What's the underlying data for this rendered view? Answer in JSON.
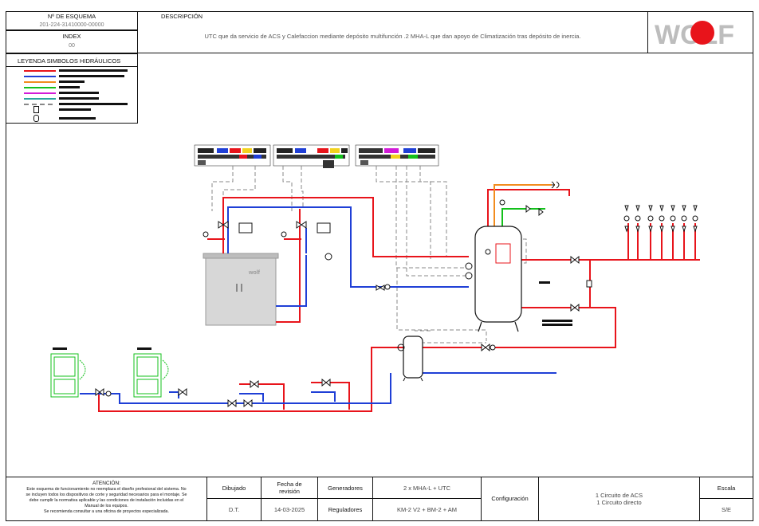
{
  "header": {
    "scheme_no_label": "Nº DE ESQUEMA",
    "scheme_no_value": "201-224-31410000-00000",
    "index_label": "INDEX",
    "index_value": "00",
    "description_label": "DESCRIPCIÓN",
    "description_text": "UTC que da servicio de ACS y Calefaccion mediante depósito multifunción .2 MHA-L que dan apoyo de Climatización tras depósito de inercia.",
    "logo_text": "WOLF"
  },
  "legend": {
    "title": "LEYENDA SIMBOLOS HIDRÁULICOS",
    "colors": [
      "#e8141b",
      "#1f3fd6",
      "#f28c1e",
      "#13c01b",
      "#d21bd8",
      "#2aa7a0",
      "#888888"
    ]
  },
  "footer": {
    "attention_title": "ATENCIÓN:",
    "attention_text_1": "Este esquema de funcionamiento no reemplaza el diseño profesional del sistema. No",
    "attention_text_2": "se incluyen todos los dispositivos de corte y seguridad necesarios para el montaje. Se",
    "attention_text_3": "debe cumplir la normativa aplicable y las condiciones de instalación incluidas en el",
    "attention_text_4": "Manual de los equipos.",
    "attention_text_5": "Se recomienda consultar a una oficina de proyectos especializada.",
    "drawn_label": "Dibujado",
    "drawn_value": "D.T.",
    "date_label_1": "Fecha de",
    "date_label_2": "revisión",
    "date_value": "14-03-2025",
    "generators_label": "Generadores",
    "generators_value": "2 x MHA-L + UTC",
    "regulators_label": "Reguladores",
    "regulators_value": "KM-2 V2 + BM-2 + AM",
    "config_label": "Configuración",
    "config_value_1": "1 Circuito de ACS",
    "config_value_2": "1 Circuito directo",
    "scale_label": "Escala",
    "scale_value": "S/E"
  },
  "diagram": {
    "unit_brand": "wolf",
    "colors": {
      "supply": "#e8141b",
      "return": "#1f3fd6",
      "dhw": "#f28c1e",
      "cold": "#13c01b",
      "signal": "#8a8a8a"
    }
  }
}
